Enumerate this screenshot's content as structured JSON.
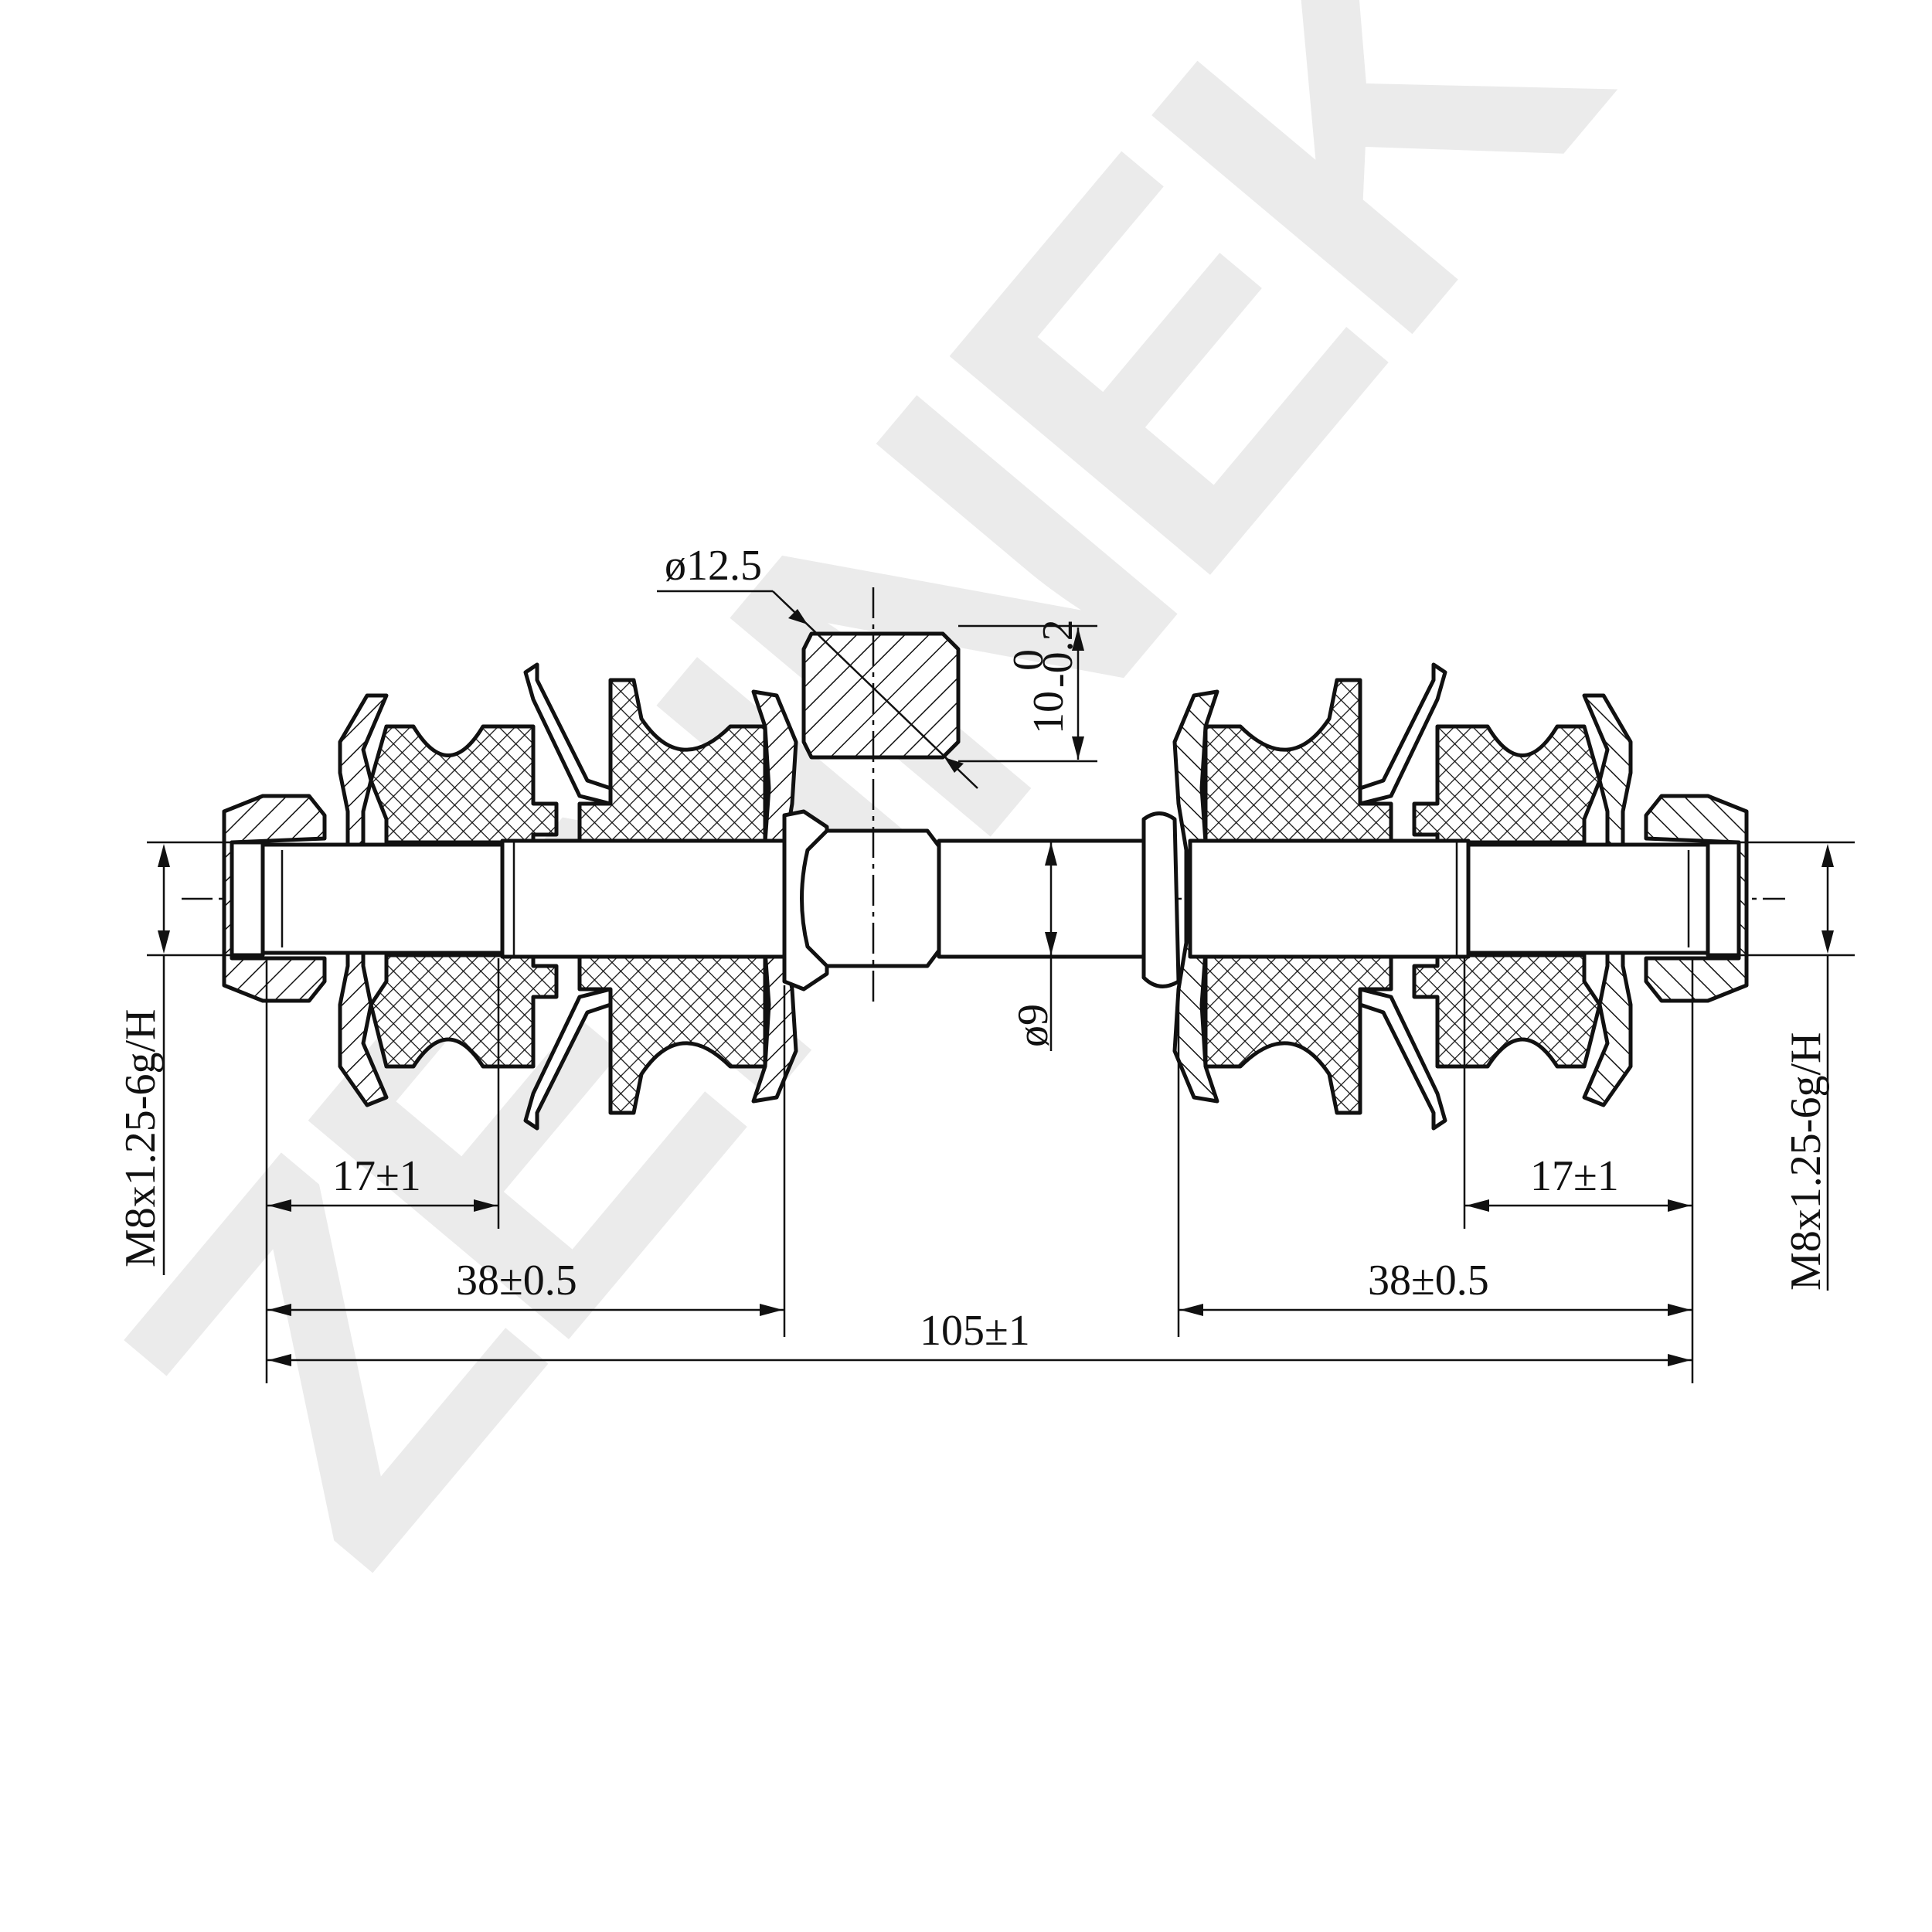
{
  "watermark": "ZENNEK",
  "dimensions": {
    "pin_diameter": "ø12.5",
    "flat_width": "10",
    "flat_tol_upper": "0",
    "flat_tol_lower": "-0.2",
    "neck_diameter": "ø9",
    "thread_left": "M8x1.25-6g/H",
    "thread_right": "M8x1.25-6g/H",
    "thread_len_left": "17±1",
    "thread_len_right": "17±1",
    "bush_len_left": "38±0.5",
    "bush_len_right": "38±0.5",
    "overall_length": "105±1"
  }
}
